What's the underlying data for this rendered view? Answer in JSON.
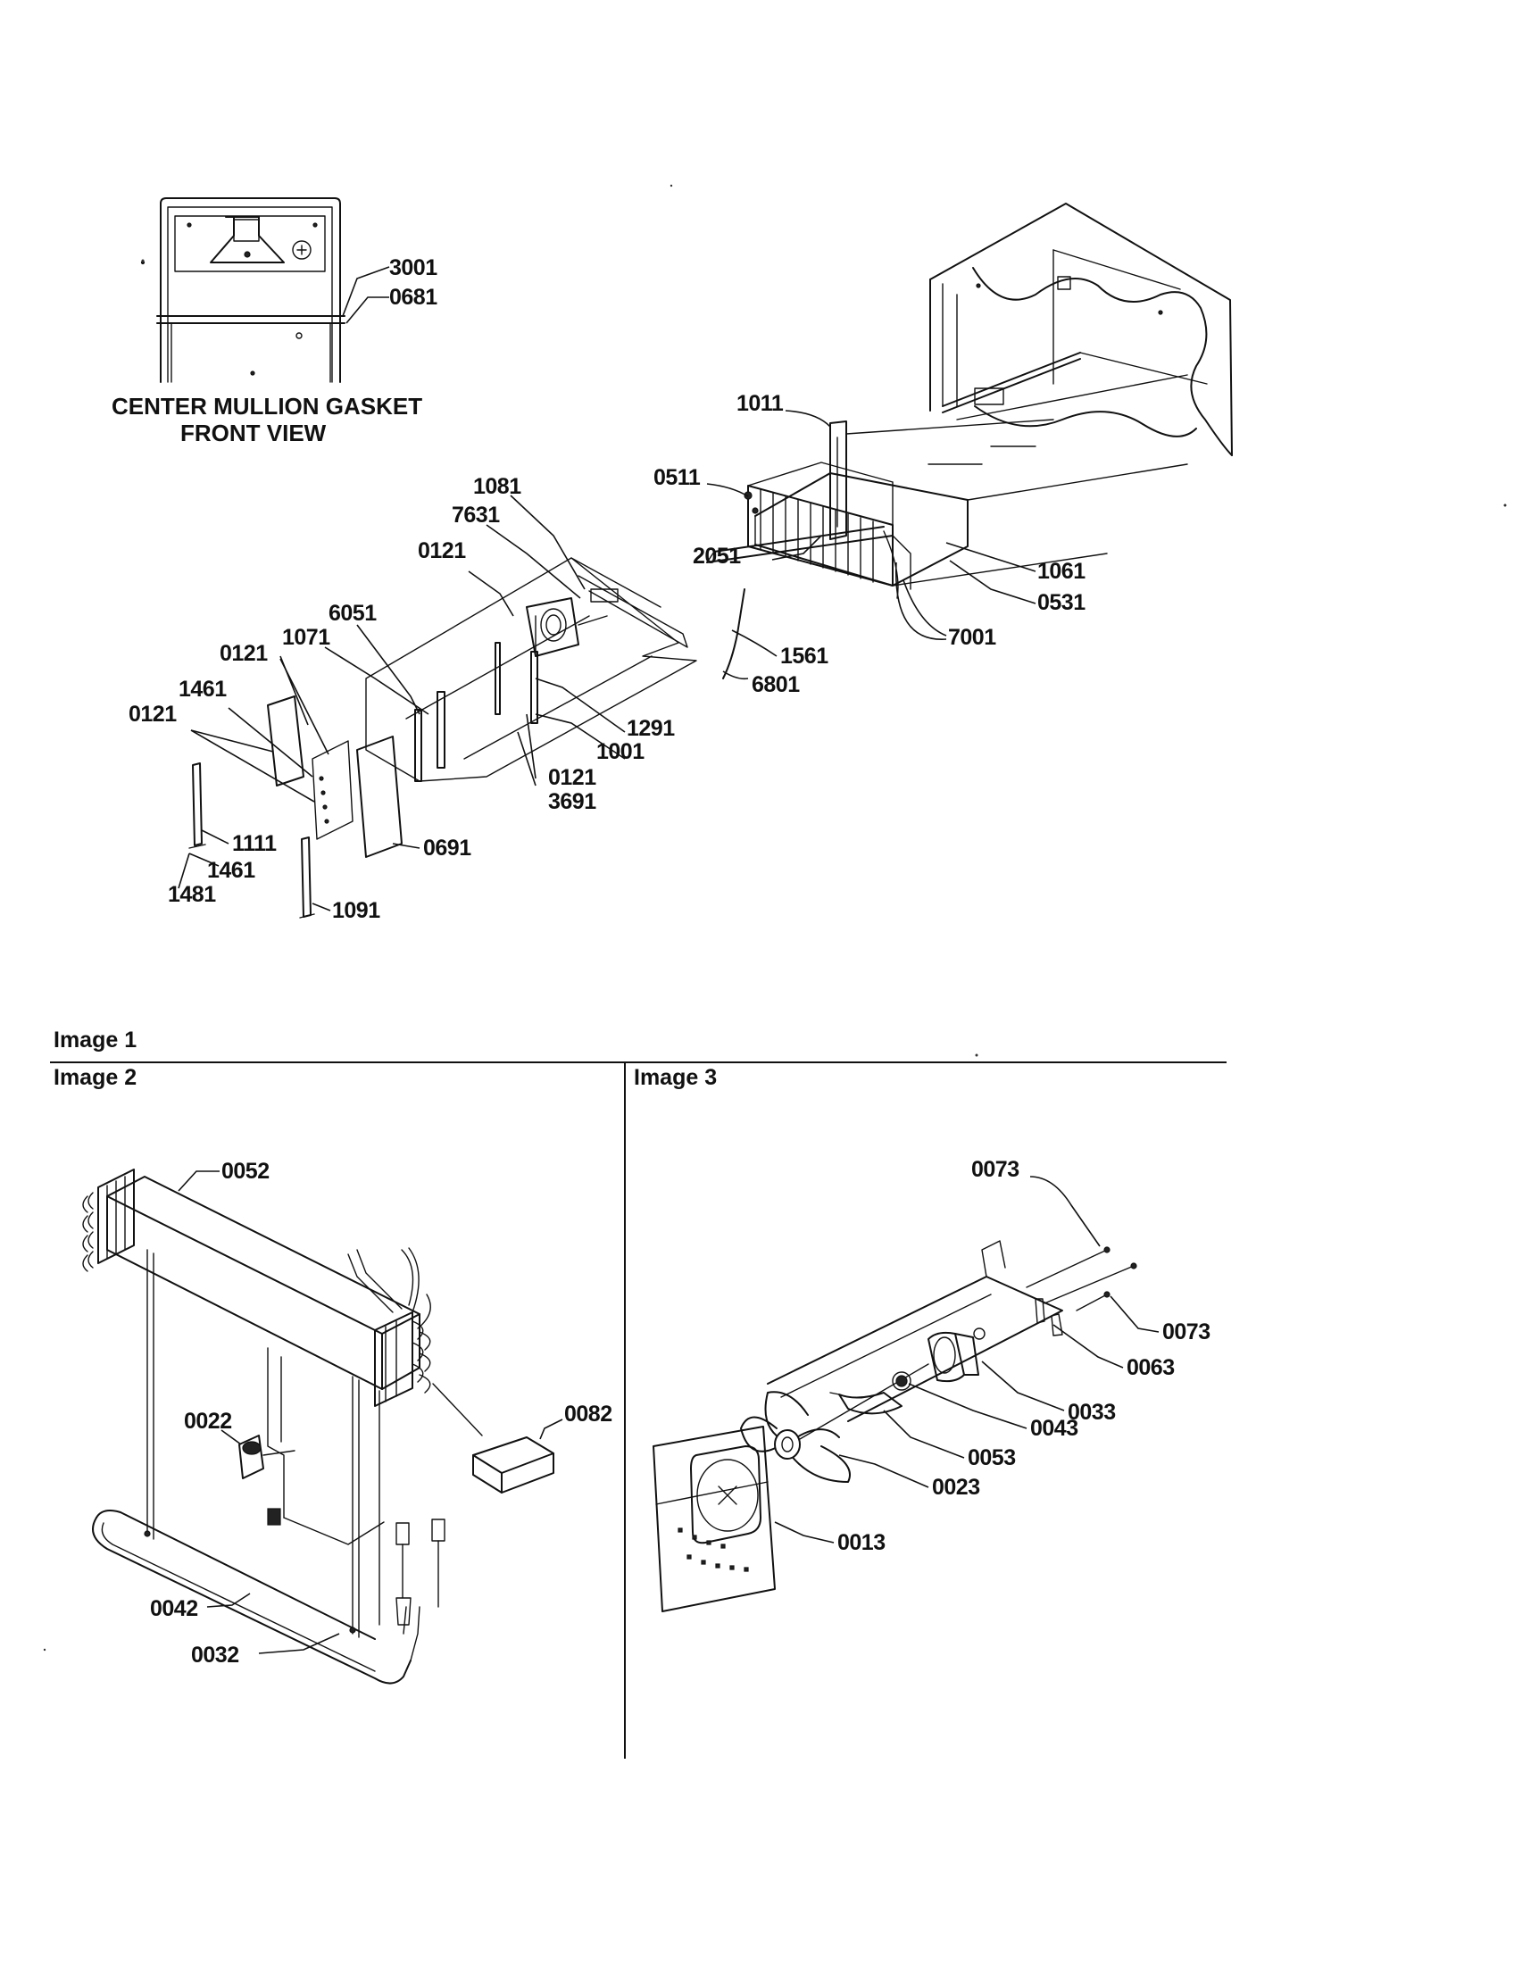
{
  "captions": {
    "gasket_line1": "CENTER MULLION GASKET",
    "gasket_line2": "FRONT VIEW"
  },
  "panels": {
    "image1": "Image 1",
    "image2": "Image 2",
    "image3": "Image 3"
  },
  "part_numbers": {
    "p3001": "3001",
    "p0681": "0681",
    "p1011": "1011",
    "p0511": "0511",
    "p1081": "1081",
    "p7631": "7631",
    "p0121_a": "0121",
    "p2051": "2051",
    "p1061": "1061",
    "p0531": "0531",
    "p6051": "6051",
    "p1071": "1071",
    "p0121_b": "0121",
    "p1561": "1561",
    "p7001": "7001",
    "p6801": "6801",
    "p1461_a": "1461",
    "p0121_c": "0121",
    "p1291": "1291",
    "p1001": "1001",
    "p0121_d": "0121",
    "p3691": "3691",
    "p1111": "1111",
    "p0691": "0691",
    "p1461_b": "1461",
    "p1481": "1481",
    "p1091": "1091",
    "p0052": "0052",
    "p0022": "0022",
    "p0082": "0082",
    "p0042": "0042",
    "p0032": "0032",
    "p0073_a": "0073",
    "p0073_b": "0073",
    "p0063": "0063",
    "p0033": "0033",
    "p0043": "0043",
    "p0053": "0053",
    "p0023": "0023",
    "p0013": "0013"
  },
  "colors": {
    "ink": "#111111",
    "paper": "#ffffff"
  }
}
